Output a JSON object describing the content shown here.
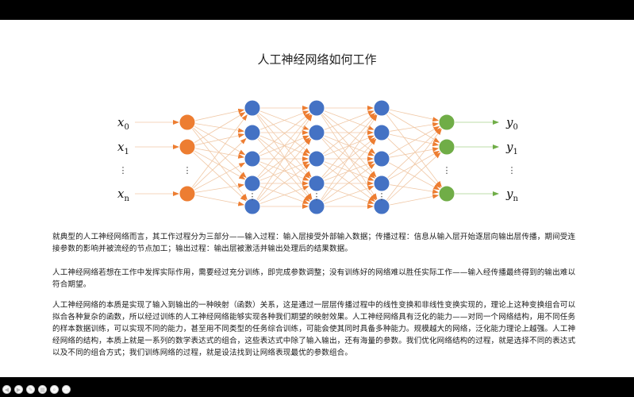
{
  "slide": {
    "title": "人工神经网络如何工作",
    "inputs": [
      {
        "name": "x",
        "sub": "0"
      },
      {
        "name": "x",
        "sub": "1"
      },
      {
        "name": "x",
        "sub": "n"
      }
    ],
    "outputs": [
      {
        "name": "y",
        "sub": "0"
      },
      {
        "name": "y",
        "sub": "1"
      },
      {
        "name": "y",
        "sub": "n"
      }
    ],
    "vertical_dots": "⋮",
    "colors": {
      "input_node": "#ED7D31",
      "hidden_node": "#4472C4",
      "output_node": "#70AD47",
      "connection": "#F0C8A6",
      "arrow": "#ED7D31",
      "output_arrow": "#70AD47"
    },
    "paragraphs": [
      "就典型的人工神经网络而言，其工作过程分为三部分——输入过程：输入层接受外部输入数据；传播过程：信息从输入层开始逐层向输出层传播，期间受连接参数的影响并被流经的节点加工；输出过程：输出层被激活并输出处理后的结果数据。",
      "人工神经网络若想在工作中发挥实际作用，需要经过充分训练，即完成参数调整；没有训练好的网络难以胜任实际工作——输入经传播最终得到的输出难以符合期望。",
      "人工神经网络的本质是实现了输入到输出的一种映射（函数）关系，这是通过一层层传播过程中的线性变换和非线性变换实现的，理论上这种变换组合可以拟合各种复杂的函数，所以经过训练的人工神经网络能够实现各种我们期望的映射效果。人工神经网络具有泛化的能力——对同一个网络结构，用不同任务的样本数据训练，可以实现不同的能力，甚至用不同类型的任务综合训练，可能会使其同时具备多种能力。规模越大的网络，泛化能力理论上越强。人工神经网络的结构，本质上就是一系列的数学表达式的组合，这些表达式中除了输入输出，还有海量的参数。我们优化网络结构的过程，就是选择不同的表达式以及不同的组合方式；我们训练网络的过程，就是设法找到让网络表现最优的参数组合。"
    ]
  },
  "controls": [
    {
      "icon": "previous-icon",
      "glyph": "◀"
    },
    {
      "icon": "next-icon",
      "glyph": "▶"
    },
    {
      "icon": "pen-icon",
      "glyph": "✎"
    },
    {
      "icon": "slides-icon",
      "glyph": "▦"
    },
    {
      "icon": "zoom-icon",
      "glyph": "⌕"
    },
    {
      "icon": "more-icon",
      "glyph": "⋯"
    }
  ]
}
